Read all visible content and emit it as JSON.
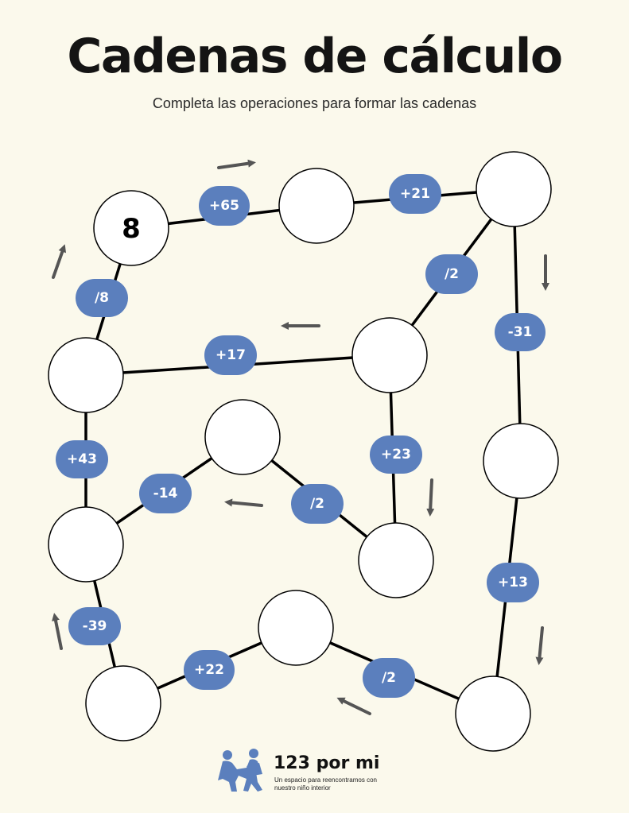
{
  "title": "Cadenas de cálculo",
  "subtitle": "Completa las operaciones para formar las cadenas",
  "start_value": "8",
  "operations": {
    "op_8": "/8",
    "op_65": "+65",
    "op_21": "+21",
    "op_div_top": "/2",
    "op_m31": "-31",
    "op_17": "+17",
    "op_43": "+43",
    "op_23": "+23",
    "op_m14": "-14",
    "op_div_mid": "/2",
    "op_13": "+13",
    "op_m39": "-39",
    "op_22": "+22",
    "op_div_bot": "/2"
  },
  "colors": {
    "background": "#fbf9ec",
    "operation_pill": "#5b7fbd",
    "arrow": "#555555"
  },
  "logo": {
    "name": "123 por mi",
    "tagline": "Un espacio para reencontramos con nuestro niño interior",
    "icon": "children-playing-icon"
  }
}
